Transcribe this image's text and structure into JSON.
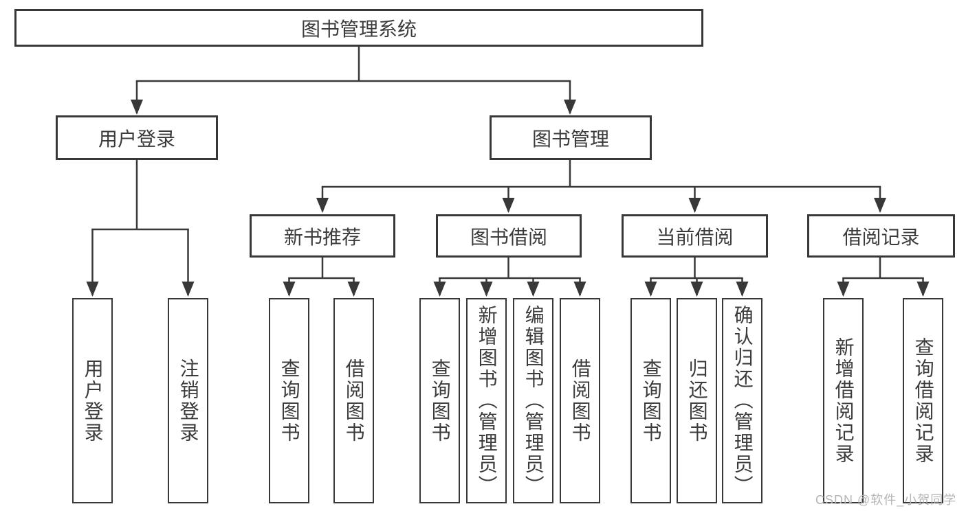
{
  "diagram": {
    "root": {
      "label": "图书管理系统"
    },
    "branches": [
      {
        "label": "用户登录",
        "children": [
          {
            "label": "用户登录"
          },
          {
            "label": "注销登录"
          }
        ]
      },
      {
        "label": "图书管理",
        "children": [
          {
            "label": "新书推荐",
            "children": [
              {
                "label": "查询图书"
              },
              {
                "label": "借阅图书"
              }
            ]
          },
          {
            "label": "图书借阅",
            "children": [
              {
                "label": "查询图书"
              },
              {
                "label": "新增图书（管理员）"
              },
              {
                "label": "编辑图书（管理员）"
              },
              {
                "label": "借阅图书"
              }
            ]
          },
          {
            "label": "当前借阅",
            "children": [
              {
                "label": "查询图书"
              },
              {
                "label": "归还图书"
              },
              {
                "label": "确认归还（管理员）"
              }
            ]
          },
          {
            "label": "借阅记录",
            "children": [
              {
                "label": "新增借阅记录"
              },
              {
                "label": "查询借阅记录"
              }
            ]
          }
        ]
      }
    ]
  },
  "watermark": {
    "text": "CSDN @软件_小贺同学"
  },
  "colors": {
    "line": "#383838",
    "text": "#3b3b3b",
    "watermark": "#b5b5b5",
    "background": "#ffffff"
  }
}
